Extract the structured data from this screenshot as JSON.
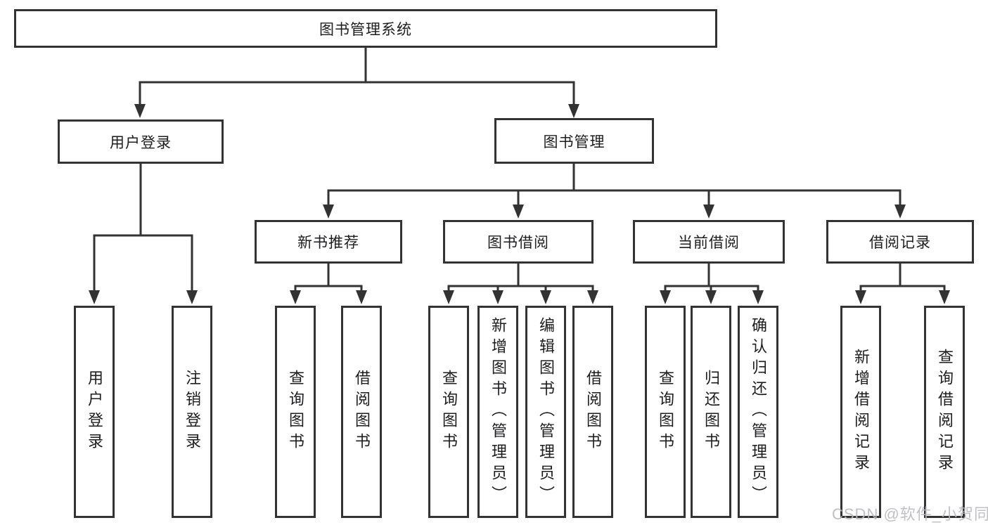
{
  "diagram_type": "hierarchy-structure-chart",
  "colors": {
    "line": "#333333",
    "box_border": "#333333",
    "box_background": "#ffffff",
    "text": "#1d1d1f",
    "watermark": "#b9b9be"
  },
  "watermark": {
    "text": "CSDN @软件_小贺同学"
  },
  "tree": {
    "label": "图书管理系统",
    "children": [
      {
        "label": "用户登录",
        "children": [
          {
            "label": "用户登录"
          },
          {
            "label": "注销登录"
          }
        ]
      },
      {
        "label": "图书管理",
        "children": [
          {
            "label": "新书推荐",
            "children": [
              {
                "label": "查询图书"
              },
              {
                "label": "借阅图书"
              }
            ]
          },
          {
            "label": "图书借阅",
            "children": [
              {
                "label": "查询图书"
              },
              {
                "label": "新增图书（管理员）"
              },
              {
                "label": "编辑图书（管理员）"
              },
              {
                "label": "借阅图书"
              }
            ]
          },
          {
            "label": "当前借阅",
            "children": [
              {
                "label": "查询图书"
              },
              {
                "label": "归还图书"
              },
              {
                "label": "确认归还（管理员）"
              }
            ]
          },
          {
            "label": "借阅记录",
            "children": [
              {
                "label": "新增借阅记录"
              },
              {
                "label": "查询借阅记录"
              }
            ]
          }
        ]
      }
    ]
  }
}
